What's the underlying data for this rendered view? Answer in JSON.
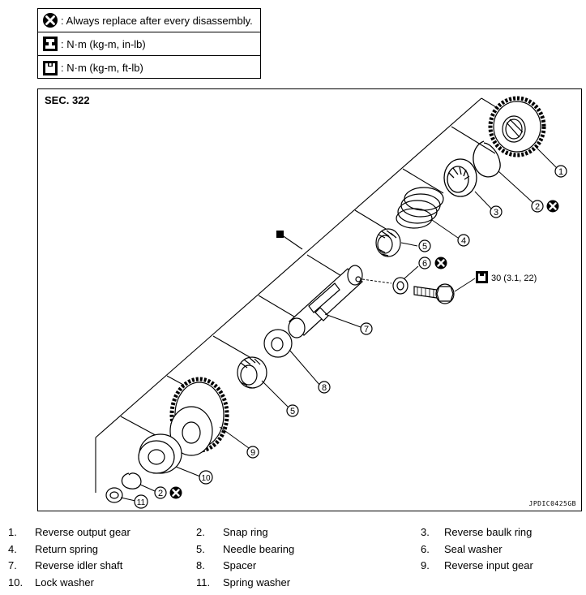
{
  "legend": {
    "items": [
      {
        "icon": "replace-x-icon",
        "text": ": Always replace after every disassembly."
      },
      {
        "icon": "torque-wrench-icon",
        "text": ": N·m (kg-m, in-lb)"
      },
      {
        "icon": "torque-wrench-icon",
        "text": ": N·m (kg-m, ft-lb)"
      }
    ]
  },
  "diagram": {
    "section": "SEC. 322",
    "figure_code": "JPDIC0425GB",
    "torque_spec": "30 (3.1, 22)",
    "callouts": [
      "1",
      "2",
      "3",
      "4",
      "5",
      "6",
      "7",
      "8",
      "5",
      "9",
      "10",
      "2",
      "11"
    ]
  },
  "parts": [
    {
      "num": "1.",
      "name": "Reverse output gear"
    },
    {
      "num": "2.",
      "name": "Snap ring"
    },
    {
      "num": "3.",
      "name": "Reverse baulk ring"
    },
    {
      "num": "4.",
      "name": "Return spring"
    },
    {
      "num": "5.",
      "name": "Needle bearing"
    },
    {
      "num": "6.",
      "name": "Seal washer"
    },
    {
      "num": "7.",
      "name": "Reverse idler shaft"
    },
    {
      "num": "8.",
      "name": "Spacer"
    },
    {
      "num": "9.",
      "name": "Reverse input gear"
    },
    {
      "num": "10.",
      "name": "Lock washer"
    },
    {
      "num": "11.",
      "name": "Spring washer"
    }
  ]
}
